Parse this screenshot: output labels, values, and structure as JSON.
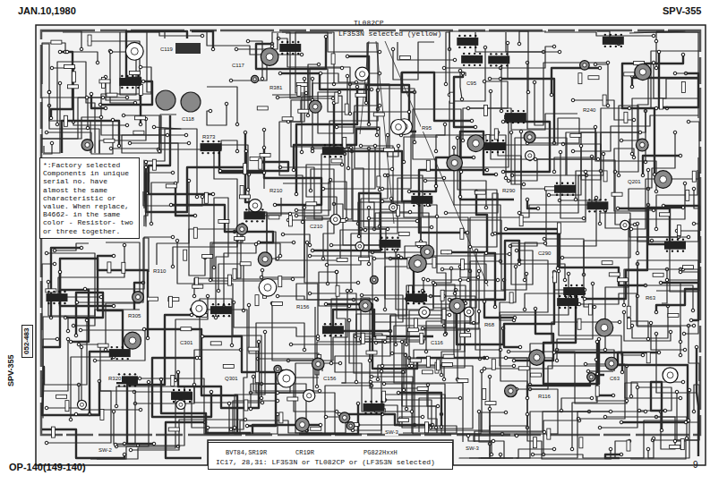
{
  "diagram": {
    "nodes": [
      {
        "text": [
          "*:Factory selected Components in unique serial no. have almost the same characteristic or value. When replace, B4662- in the same color - Resistor- two or three together."
        ]
      },
      {
        "text": [
          "IC17, 28,31: LF353N or TL082CP or (LF353N selected)"
        ]
      }
    ],
    "labels": [
      "JAN.10,1980",
      "SPV-355",
      "TL082CP",
      "LF353N selected (yellow)",
      "052-483",
      "SPV-355",
      "OP-140(149-140)",
      "9",
      "SW-2",
      "SW-3",
      "SW-3",
      "C119",
      "C118",
      "R373",
      "C117",
      "R381",
      "R305",
      "R310",
      "R320",
      "C301",
      "Q301",
      "R210",
      "C210",
      "R156",
      "C156",
      "R95",
      "C95",
      "R290",
      "C290",
      "R240",
      "Q201",
      "R63",
      "C63",
      "R116",
      "C116",
      "R68"
    ],
    "legend": [
      {
        "text": "BVT84,SR19R"
      },
      {
        "text": "CR19R"
      },
      {
        "text": "PG822HxxH"
      }
    ]
  }
}
